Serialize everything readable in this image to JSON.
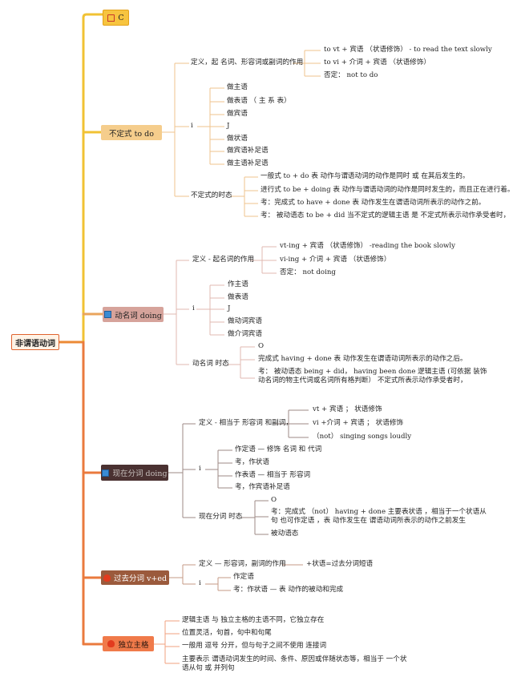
{
  "root": "非谓语动词",
  "branches": {
    "c": {
      "label": "C"
    },
    "infinitive": {
      "label": "不定式 to do",
      "definition": {
        "label": "定义，起 名词、形容词或副词的作用",
        "items": [
          "to vt + 宾语 （状语修饰） - to read the text slowly",
          "to vi + 介词 + 宾语 （状语修饰）",
          "否定： not to do"
        ]
      },
      "i": {
        "label": "i",
        "items": [
          "做主语",
          "做表语 （ 主 系 表）",
          "做宾语",
          "J",
          "做状语",
          "做宾语补足语",
          "做主语补足语"
        ]
      },
      "tense": {
        "label": "不定式的时态",
        "items": [
          "一般式 to + do 表 动作与谓语动词的动作是同时 或 在其后发生的。",
          "进行式 to be + doing 表 动作与谓语动词的动作是同时发生的，而且正在进行着。",
          "考：完成式 to have + done 表 动作发生在谓语动词所表示的动作之前。",
          "考： 被动语态 to be + did 当不定式的逻辑主语 是 不定式所表示动作承受者时，"
        ]
      }
    },
    "gerund": {
      "label": "动名词 doing",
      "definition": {
        "label": "定义 - 起名词的作用",
        "items": [
          "vt-ing + 宾语 （状语修饰） -reading the book slowly",
          "vi-ing + 介词 + 宾语 （状语修饰）",
          "否定： not doing"
        ]
      },
      "i": {
        "label": "i",
        "items": [
          "作主语",
          "做表语",
          "J",
          "做动词宾语",
          "做介词宾语"
        ]
      },
      "tense": {
        "label": "动名词 时态",
        "items": [
          "O",
          "完成式 having + done 表 动作发生在谓语动词所表示的动作之后。",
          "考： 被动语态 being + did， having been done 逻辑主语 (可依据 装饰动名词的物主代词或名词所有格判断） 不定式所表示动作承受者时，"
        ]
      }
    },
    "present_participle": {
      "label": "现在分词 doing",
      "definition": {
        "label": "定义 - 相当于 形容词 和副词，",
        "items": [
          "vt + 宾语 ； 状语修饰",
          "vi +介词 + 宾语 ； 状语修饰",
          "（not） singing songs loudly"
        ]
      },
      "i": {
        "label": "i",
        "items": [
          "作定语 — 修饰 名词 和 代词",
          "考，作状语",
          "作表语 — 相当于 形容词",
          "考，作宾语补足语"
        ]
      },
      "tense": {
        "label": "现在分词 时态",
        "items": [
          "O",
          "考：完成式 （not） having + done 主要表状语 ，相当于一个状语从句 也可作定语 ，表 动作发生在 谓语动词所表示的动作之前发生",
          "被动语态"
        ]
      }
    },
    "past_participle": {
      "label": "过去分词 v+ed",
      "definition": {
        "label": "定义 — 形容词，副词的作用",
        "items": [
          "+状语=过去分词短语"
        ]
      },
      "i": {
        "label": "i",
        "items": [
          "作定语",
          "考：作状语 — 表 动作的被动和完成"
        ]
      }
    },
    "absolute": {
      "label": "独立主格",
      "items": [
        "逻辑主语 与 独立主格的主语不同，它独立存在",
        "位置灵活，句首，句中和句尾",
        "一般用 逗号 分开，但与句子之间不使用 连接词",
        "主要表示 谓语动词发生的时间、条件、原因或伴随状态等，相当于 一个状语从句 或 并列句"
      ]
    }
  },
  "colors": {
    "trunk": "#ec8a35",
    "c": "#f7c43f",
    "infinitive": "#f5cd8c",
    "gerund": "#d6a39b",
    "present_participle": "#4a3131",
    "past_participle": "#9b5a3c",
    "absolute": "#f07a4a"
  }
}
